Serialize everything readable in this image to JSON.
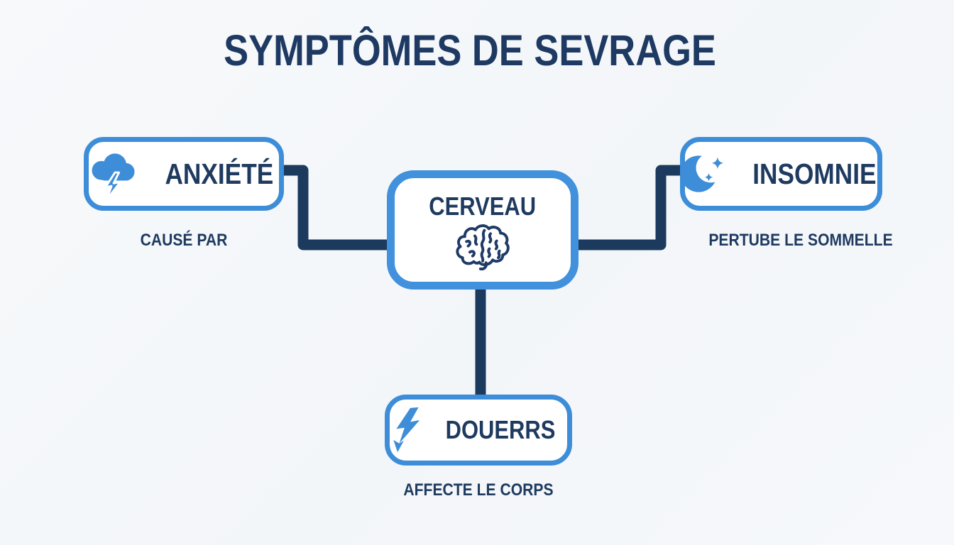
{
  "title": "SYMPTÔMES DE SEVRAGE",
  "colors": {
    "background": "#f5f7fa",
    "box_border_blue": "#3d8dd8",
    "icon_blue": "#3d8dd8",
    "text_navy": "#1e3a5f",
    "connector_navy": "#1b3a5e"
  },
  "center_node": {
    "label": "CERVEAU",
    "icon": "brain-icon"
  },
  "nodes": [
    {
      "id": "anxiete",
      "label": "ANXIÉTÉ",
      "icon": "storm-cloud-icon",
      "caption": "CAUSÉ PAR"
    },
    {
      "id": "insomnie",
      "label": "INSOMNIE",
      "icon": "crescent-moon-icon",
      "caption": "PERTUBE LE SOMMELLE"
    },
    {
      "id": "douleurs",
      "label": "DOUERRS",
      "icon": "lightning-bolt-icon",
      "caption": "AFFECTE LE CORPS"
    }
  ]
}
